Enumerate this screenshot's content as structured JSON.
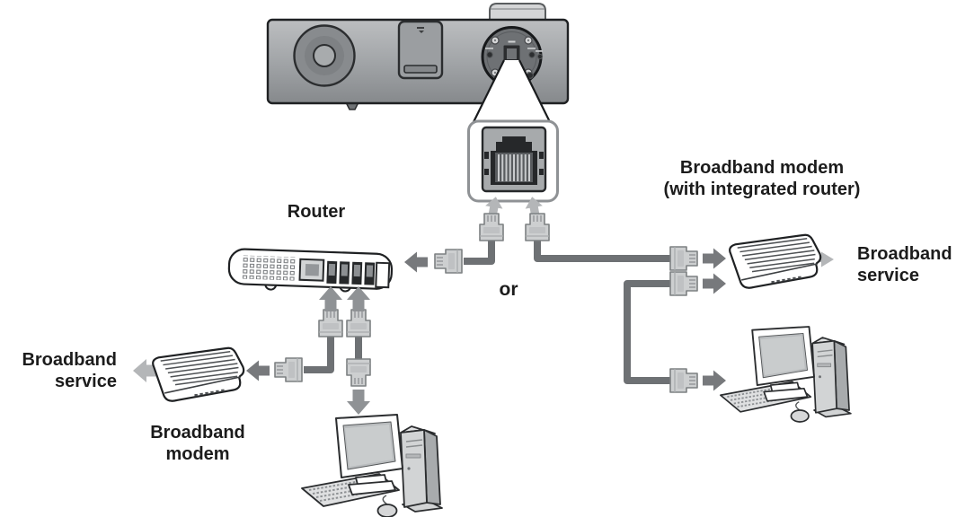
{
  "diagram": {
    "labels": {
      "router": "Router",
      "or": "or",
      "modem_integrated_line1": "Broadband modem",
      "modem_integrated_line2": "(with integrated router)",
      "service_left_line1": "Broadband",
      "service_left_line2": "service",
      "modem_left_line1": "Broadband",
      "modem_left_line2": "modem",
      "service_right_line1": "Broadband",
      "service_right_line2": "service"
    },
    "colors": {
      "cable": "#6e7174",
      "arrow_dark": "#77797c",
      "arrow_mid": "#8f9295",
      "arrow_light": "#b4b6b8",
      "outline": "#1f2123",
      "plug": "#cdcfd0",
      "panel": "#6e7174",
      "label_text": "#1c1c1c"
    }
  }
}
